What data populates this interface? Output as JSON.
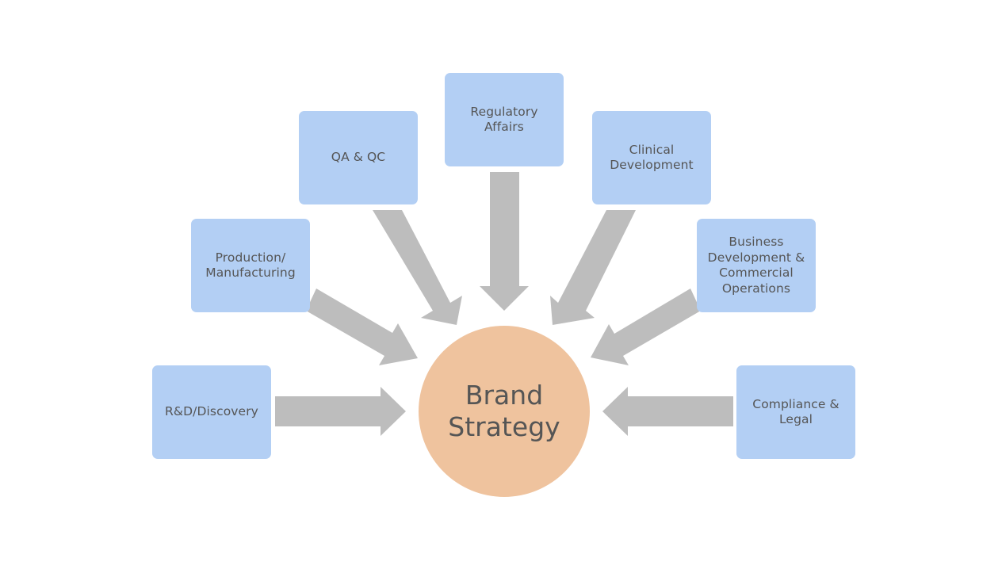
{
  "diagram": {
    "center": {
      "label": "Brand\nStrategy"
    },
    "nodes": [
      {
        "id": "rd",
        "label": "R&D/Discovery"
      },
      {
        "id": "production",
        "label": "Production/\nManufacturing"
      },
      {
        "id": "qa",
        "label": "QA & QC"
      },
      {
        "id": "regulatory",
        "label": "Regulatory\nAffairs"
      },
      {
        "id": "clinical",
        "label": "Clinical\nDevelopment"
      },
      {
        "id": "business",
        "label": "Business\nDevelopment &\nCommercial\nOperations"
      },
      {
        "id": "compliance",
        "label": "Compliance &\nLegal"
      }
    ],
    "colors": {
      "node_fill": "#b3cff4",
      "center_fill": "#efc39e",
      "arrow_fill": "#bdbdbd",
      "text": "#555555"
    }
  }
}
